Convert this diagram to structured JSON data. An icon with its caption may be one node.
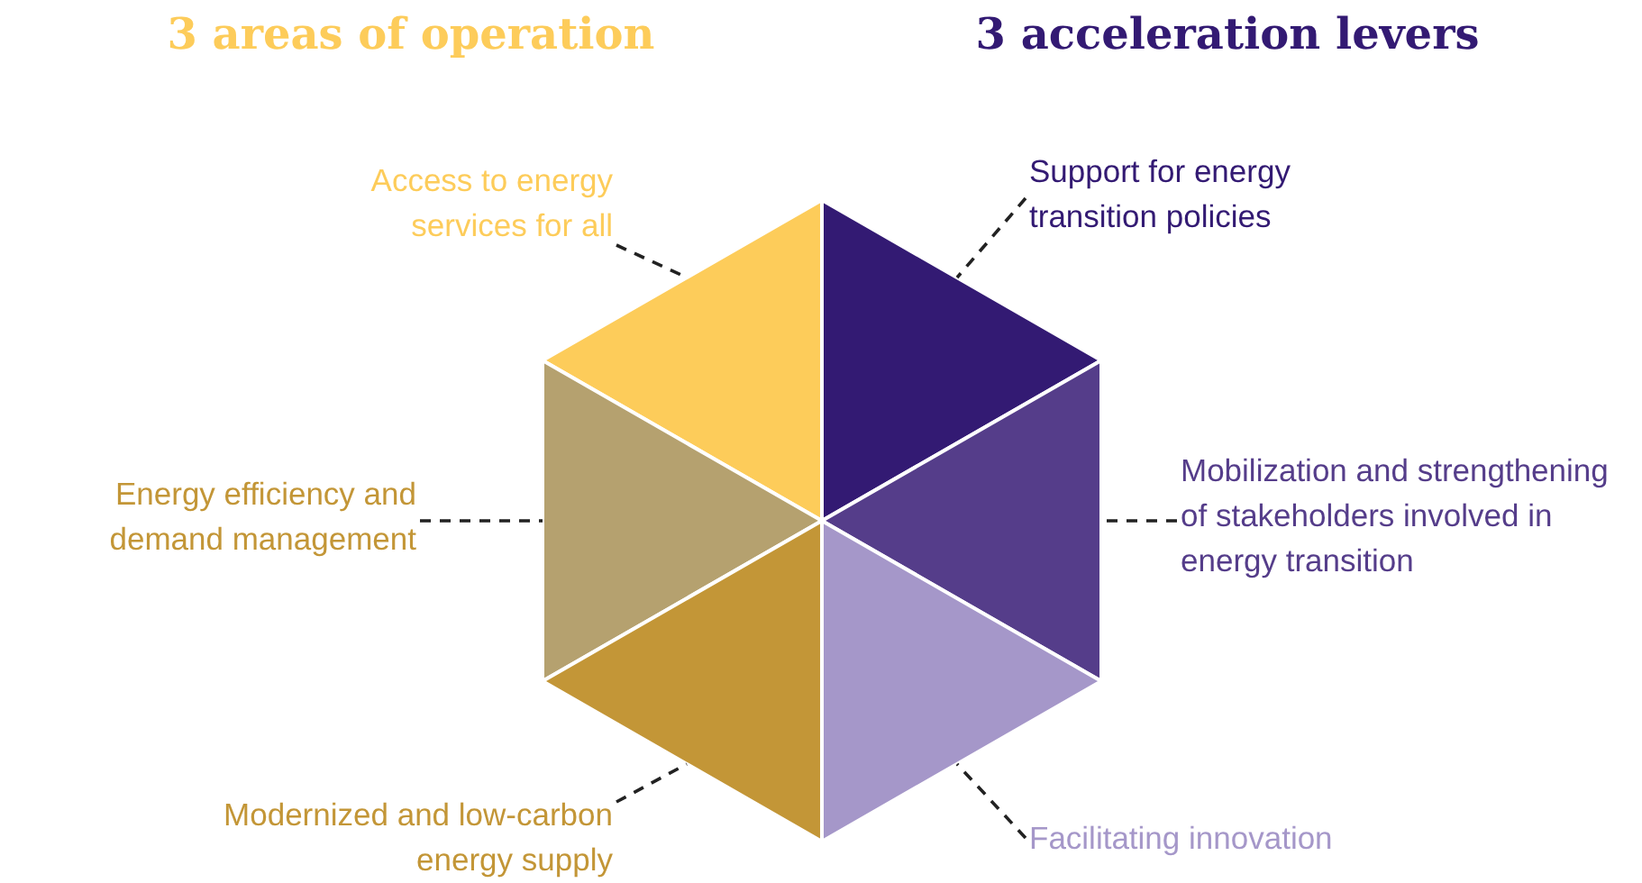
{
  "diagram": {
    "nodes": [
      {
        "text": [
          "Access to energy services for all"
        ]
      },
      {
        "text": [
          "Energy efficiency and demand management"
        ]
      },
      {
        "text": [
          "Modernized and low-carbon energy supply"
        ]
      },
      {
        "text": [
          "Support for energy transition policies"
        ]
      },
      {
        "text": [
          "Mobilization and strengthening of stakeholders involved in energy transition"
        ]
      },
      {
        "text": [
          "Facilitating innovation"
        ]
      },
      {
        "text": [],
        "shape": "triangle"
      },
      {
        "text": [],
        "shape": "triangle"
      },
      {
        "text": [],
        "shape": "triangle"
      },
      {
        "text": [],
        "shape": "triangle"
      },
      {
        "text": [],
        "shape": "triangle"
      },
      {
        "text": [],
        "shape": "triangle"
      }
    ],
    "edges": [
      {
        "from": 0,
        "to": 6,
        "arrow": "none",
        "style": "dashed"
      },
      {
        "from": 1,
        "to": 7,
        "arrow": "none",
        "style": "dashed"
      },
      {
        "from": 2,
        "to": 8,
        "arrow": "none",
        "style": "dashed"
      },
      {
        "from": 3,
        "to": 9,
        "arrow": "none",
        "style": "dashed"
      },
      {
        "from": 4,
        "to": 10,
        "arrow": "none",
        "style": "dashed"
      },
      {
        "from": 5,
        "to": 11,
        "arrow": "none",
        "style": "dashed"
      }
    ],
    "labels": [
      "3 areas of operation",
      "3 acceleration levers"
    ]
  }
}
